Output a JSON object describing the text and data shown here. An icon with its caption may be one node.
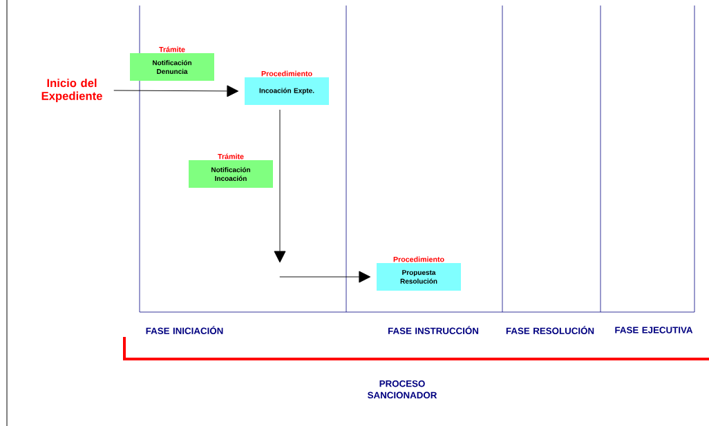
{
  "diagram": {
    "nodes": [
      {
        "text": [
          "Inicio del Expediente"
        ]
      },
      {
        "text": [
          "Trámite",
          "Notificación Denuncia"
        ]
      },
      {
        "text": [
          "Procedimiento",
          "Incoación Expte."
        ]
      },
      {
        "text": [
          "Trámite",
          "Notificación Incoación"
        ]
      },
      {
        "text": [
          "Procedimiento",
          "Propuesta Resolución"
        ]
      }
    ],
    "edges": [
      {
        "from": 0,
        "to": 2,
        "arrow": "to"
      },
      {
        "from": 2,
        "to": null,
        "arrow": "to"
      },
      {
        "from": null,
        "to": 4,
        "arrow": "to"
      }
    ],
    "labels": [
      "FASE INICIACIÓN",
      "FASE INSTRUCCIÓN",
      "FASE RESOLUCIÓN",
      "FASE EJECUTIVA",
      "PROCESO SANCIONADOR"
    ]
  }
}
